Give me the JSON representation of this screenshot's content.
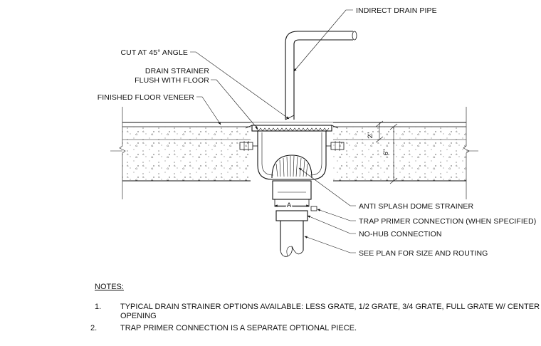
{
  "callouts": {
    "indirect_drain_pipe": "INDIRECT DRAIN PIPE",
    "cut_at_45": "CUT AT 45° ANGLE",
    "drain_strainer_line1": "DRAIN STRAINER",
    "drain_strainer_line2": "FLUSH WITH FLOOR",
    "finished_floor_veneer": "FINISHED FLOOR VENEER",
    "anti_splash": "ANTI SPLASH DOME STRAINER",
    "trap_primer": "TRAP PRIMER CONNECTION (WHEN SPECIFIED)",
    "no_hub": "NO-HUB CONNECTION",
    "see_plan": "SEE PLAN FOR SIZE AND ROUTING"
  },
  "dimensions": {
    "two_inch": "2\"",
    "six_inch": "6\"",
    "a_label": "A"
  },
  "notes": {
    "heading": "NOTES:",
    "items": [
      {
        "num": "1.",
        "text": "TYPICAL DRAIN STRAINER OPTIONS AVAILABLE: LESS GRATE, 1/2 GRATE, 3/4 GRATE, FULL GRATE W/ CENTER OPENING"
      },
      {
        "num": "2.",
        "text": "TRAP PRIMER CONNECTION IS A SEPARATE OPTIONAL PIECE."
      }
    ]
  }
}
